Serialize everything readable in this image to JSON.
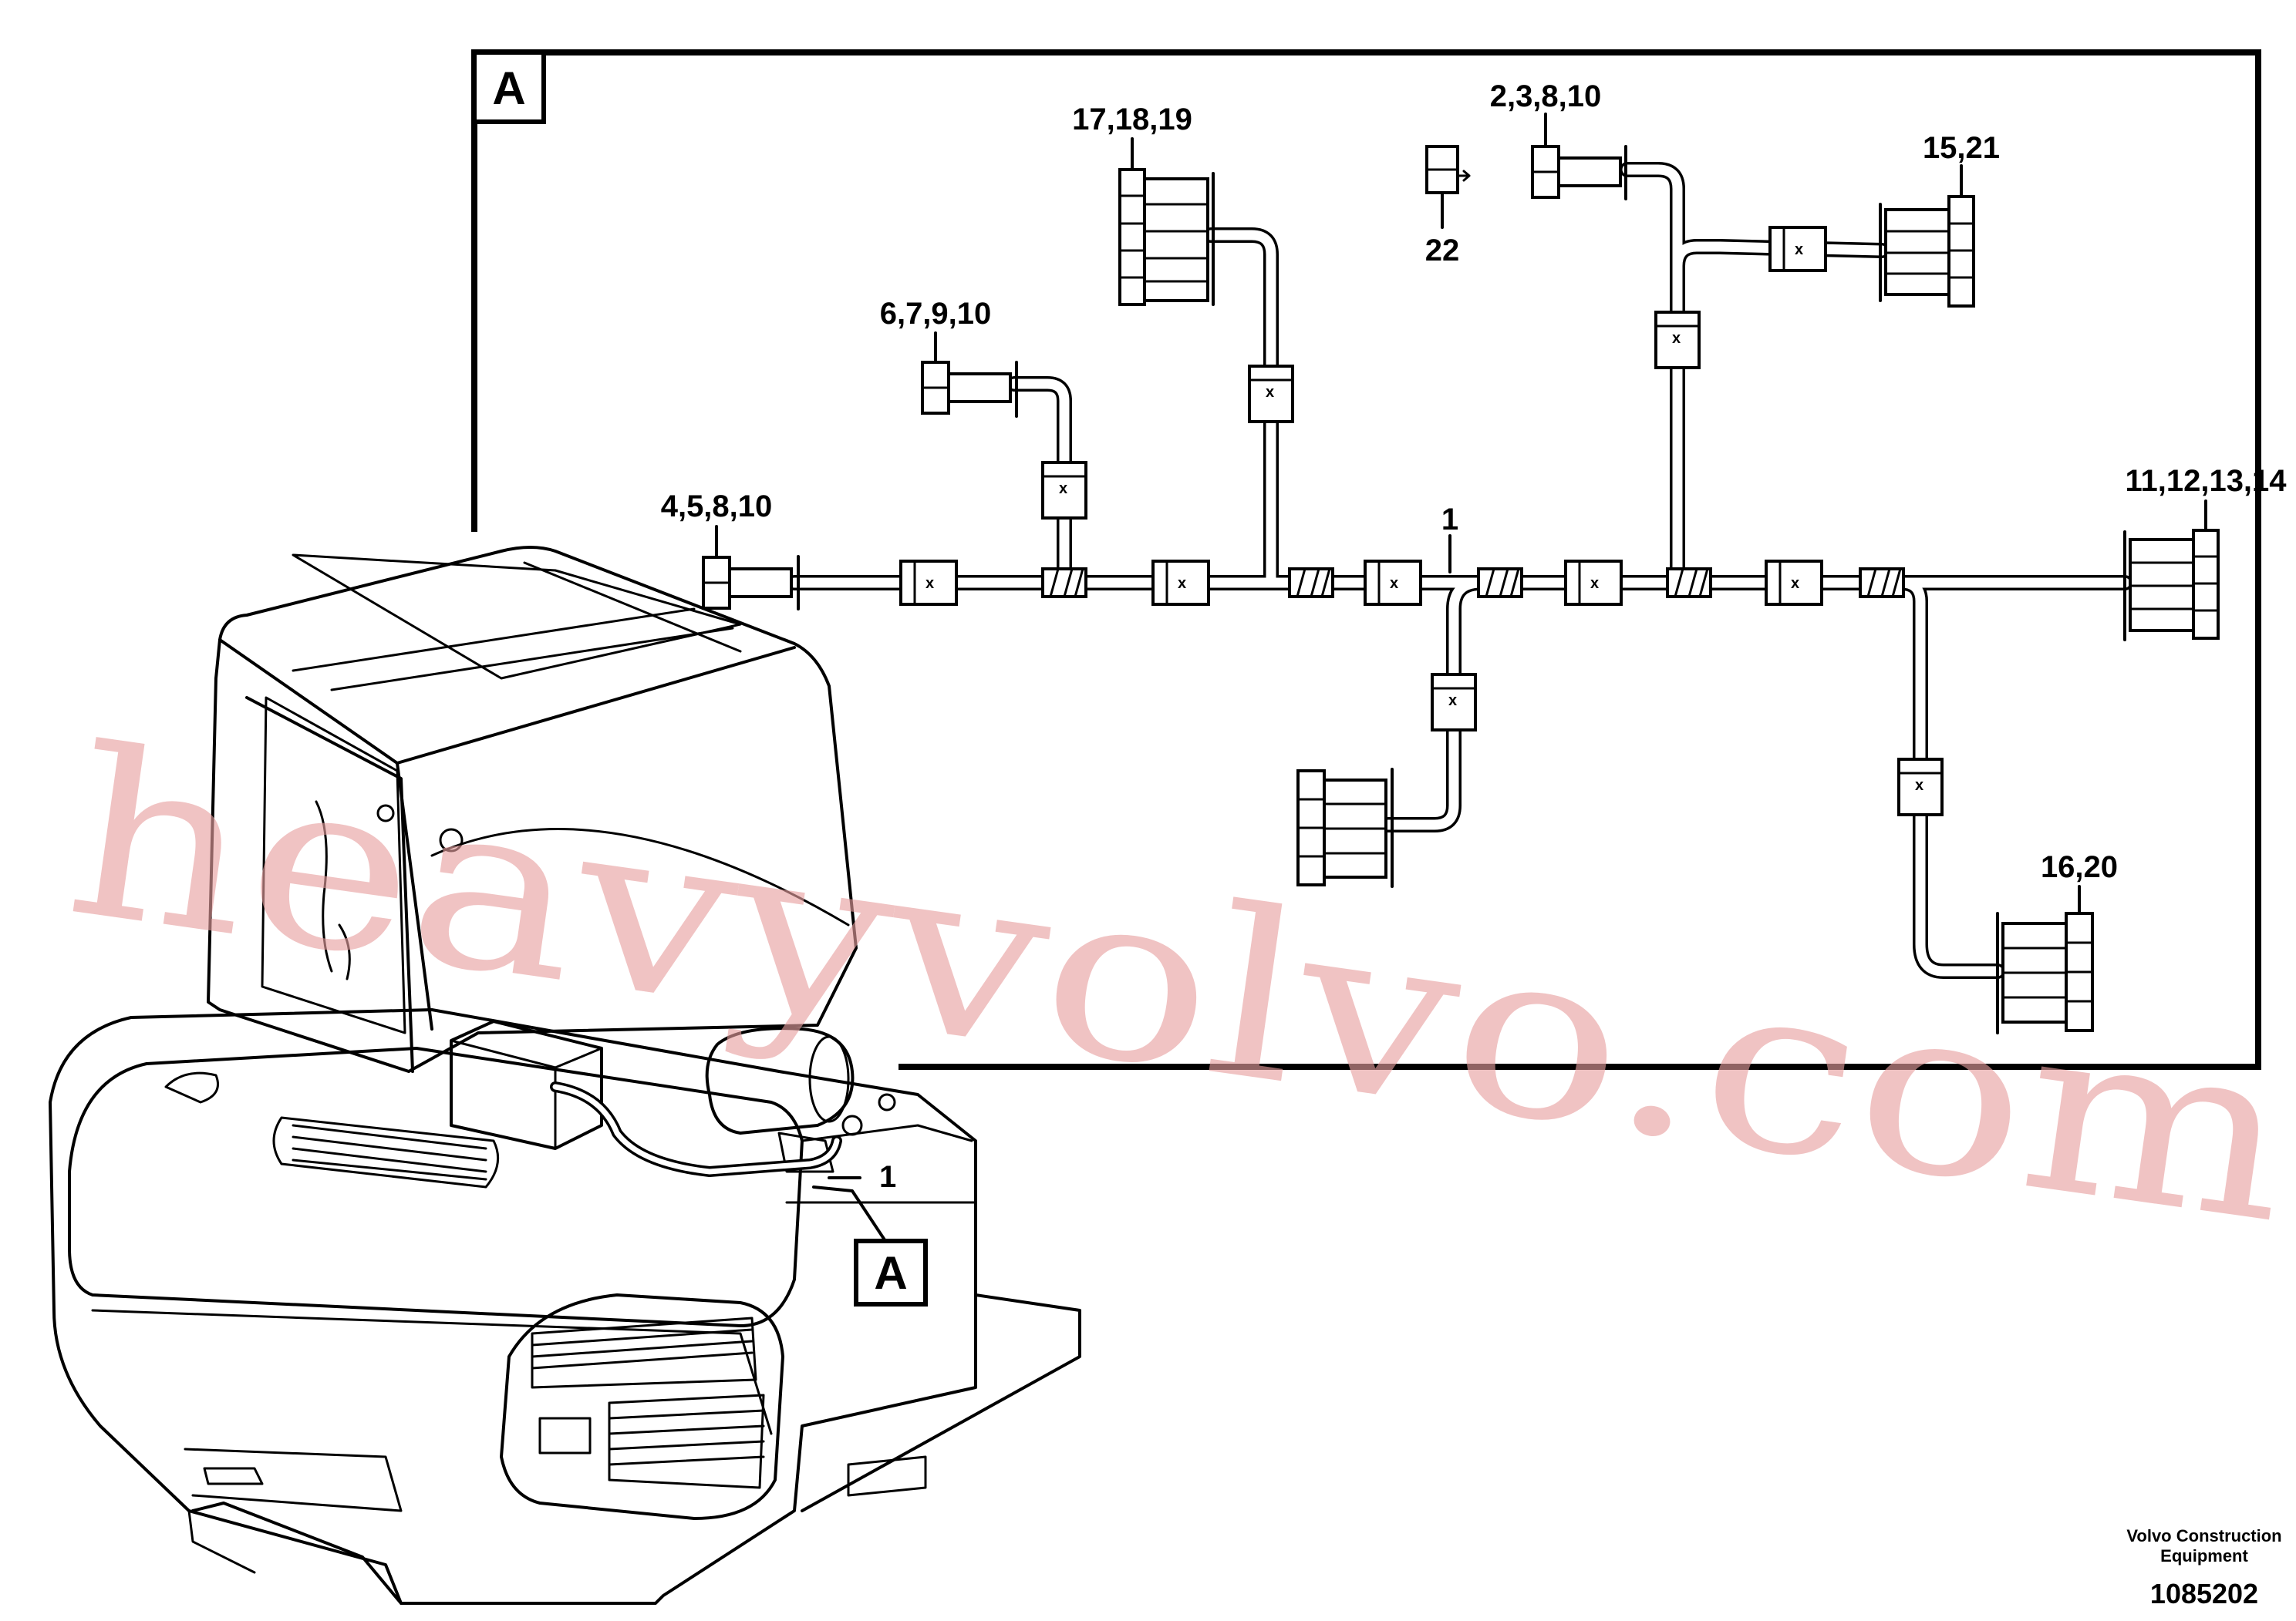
{
  "detail_view": {
    "frame_label": "A",
    "callout_label": "A",
    "harness_item": "1",
    "callouts": {
      "c_17_18_19": "17,18,19",
      "c_2_3_8_10": "2,3,8,10",
      "c_22": "22",
      "c_15_21": "15,21",
      "c_6_7_9_10": "6,7,9,10",
      "c_4_5_8_10": "4,5,8,10",
      "c_11_12_13_14": "11,12,13,14",
      "c_16_20": "16,20"
    }
  },
  "machine_view": {
    "harness_item": "1"
  },
  "watermark": "heavyvolvo.com",
  "footer": {
    "company_line1": "Volvo Construction",
    "company_line2": "Equipment",
    "drawing_number": "1085202"
  }
}
